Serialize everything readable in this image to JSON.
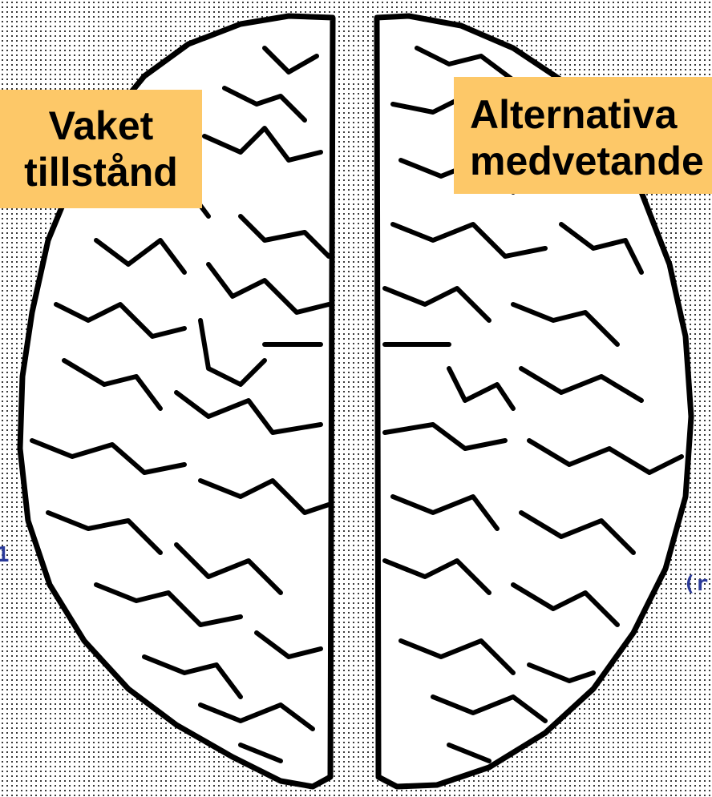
{
  "labels": {
    "left": {
      "line1": "Vaket",
      "line2": "tillstånd"
    },
    "right": {
      "line1": "Alternativa",
      "line2": "medvetande"
    }
  },
  "edge_fragments": {
    "left": "1",
    "right": "(r"
  },
  "colors": {
    "label_fill": "#fdc868",
    "outline": "#000000",
    "brain_fill": "#ffffff",
    "edge_text": "#2a3a9a"
  }
}
